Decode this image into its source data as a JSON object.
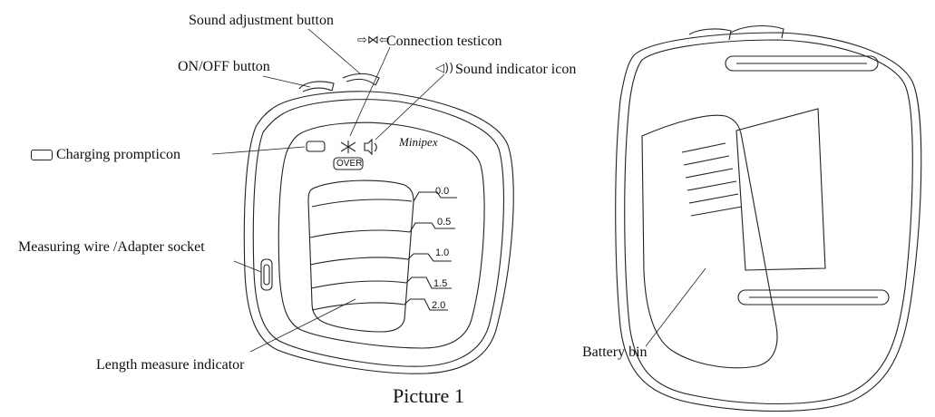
{
  "labels": {
    "sound_adjustment_button": "Sound adjustment  button",
    "connection_test_icon": "Connection testicon",
    "on_off_button": "ON/OFF button",
    "sound_indicator_icon": "Sound indicator icon",
    "charging_prompt_icon": "Charging prompticon",
    "measuring_wire_socket": "Measuring wire /Adapter socket",
    "length_measure_indicator": "Length measure indicator",
    "battery_bin": "Battery bin"
  },
  "device": {
    "brand": "Minipex",
    "over_badge": "OVER",
    "scale_marks": [
      "0.0",
      "0.5",
      "1.0",
      "1.5",
      "2.0"
    ]
  },
  "caption": "Picture 1",
  "icons": {
    "connection": "connection-test-icon",
    "sound": "sound-indicator-icon",
    "charging": "battery-icon"
  },
  "colors": {
    "line": "#222222",
    "background": "#ffffff"
  }
}
